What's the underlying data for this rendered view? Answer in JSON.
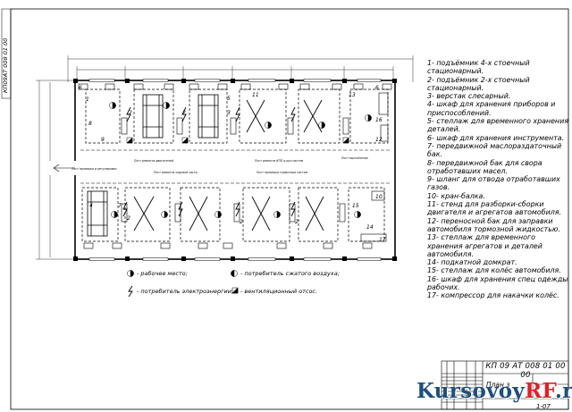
{
  "drawing": {
    "stamp_code": "КП 09 АТ 008 01 00 00",
    "vertical_code": "КП09АТ 008 01 00",
    "sheet_title": "План з",
    "sheet_number": "1-07"
  },
  "legend": [
    "1- подъёмник 4-х стоечный стационарный.",
    "2- подъёмник 2-х стоечный стационарный.",
    "3- верстак слесарный.",
    "4- шкаф для хранения приборов и приспособлений.",
    "5- стеллаж для временного хранения деталей.",
    "6- шкаф для хранения инструмента.",
    "7- передвижной маслораздаточный бак.",
    "8- передвижной бак для свора отработавших масел.",
    "9- шланг для отвода отработавших газов.",
    "10- кран-балка.",
    "11- стенд для разборки-сборки двигателя и агрегатов автомобиля.",
    "12- переносной бак для заправки автомобиля тормозной жидкостью.",
    "13- стеллаж для временного хранения агрегатов и деталей автомобиля.",
    "14- подкатной домкрат.",
    "15- стеллаж для колёс автомобиля.",
    "16- шкаф для хранения спец одежды рабочих.",
    "17- компрессор для накачки колёс."
  ],
  "symbols": {
    "workplace": "- рабочее место;",
    "air_consumer": "- потребитель сжатого воздуха;",
    "electric_consumer": "- потребитель электроэнергии;",
    "ventilation": "- вентиляционный отсос."
  },
  "watermark": {
    "main": "Kursovoy",
    "accent": "RF",
    "suffix": ".ru"
  }
}
